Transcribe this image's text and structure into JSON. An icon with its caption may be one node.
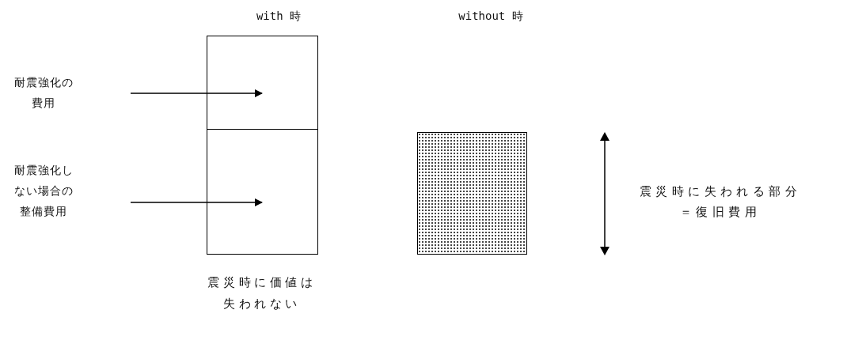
{
  "diagram": {
    "nodes": [
      {
        "text": [
          "耐震強化の費用"
        ]
      },
      {
        "text": [
          "耐震強化しない場合の整備費用"
        ]
      },
      {
        "text": [],
        "shape": "box"
      },
      {
        "text": [],
        "shape": "box"
      },
      {
        "text": [],
        "shape": "box"
      }
    ],
    "edges": [
      {
        "from": 0,
        "to": 2,
        "arrow": "to"
      },
      {
        "from": 1,
        "to": 3,
        "arrow": "to"
      }
    ],
    "labels": [
      "with 時",
      "without 時",
      "震災時に価値は失われない",
      "震災時に失われる部分＝復旧費用"
    ]
  }
}
